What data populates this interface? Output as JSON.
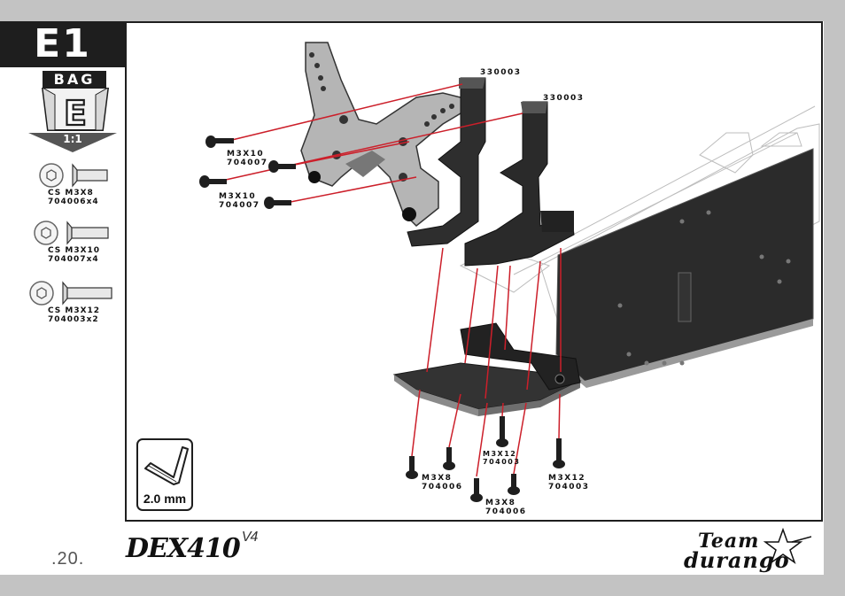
{
  "step": {
    "label": "E1"
  },
  "bag": {
    "label": "BAG",
    "letter": "E",
    "scale": "1:1"
  },
  "parts": [
    {
      "name": "CS M3X8",
      "code": "704006x4"
    },
    {
      "name": "CS M3X10",
      "code": "704007x4"
    },
    {
      "name": "CS M3X12",
      "code": "704003x2"
    }
  ],
  "tool": {
    "size": "2.0 mm"
  },
  "callouts": {
    "part_330003_a": "330003",
    "part_330003_b": "330003",
    "screw_m3x10_a_name": "M3X10",
    "screw_m3x10_a_code": "704007",
    "screw_m3x10_b_name": "M3X10",
    "screw_m3x10_b_code": "704007",
    "screw_m3x8_a_name": "M3X8",
    "screw_m3x8_a_code": "704006",
    "screw_m3x12_a_name": "M3X12",
    "screw_m3x12_a_code": "704003",
    "screw_m3x8_b_name": "M3X8",
    "screw_m3x8_b_code": "704006",
    "screw_m3x12_b_name": "M3X12",
    "screw_m3x12_b_code": "704003"
  },
  "footer": {
    "page_number": ".20.",
    "product_name": "DEX410",
    "product_version": "V4",
    "brand_line1": "Team",
    "brand_line2": "durango"
  },
  "colors": {
    "tab_dark": "#1e1e1e",
    "page_bg": "#c3c3c3",
    "assembly_line": "#cc1f2a",
    "part_black": "#2a2a2a",
    "part_silver": "#b5b5b5"
  }
}
